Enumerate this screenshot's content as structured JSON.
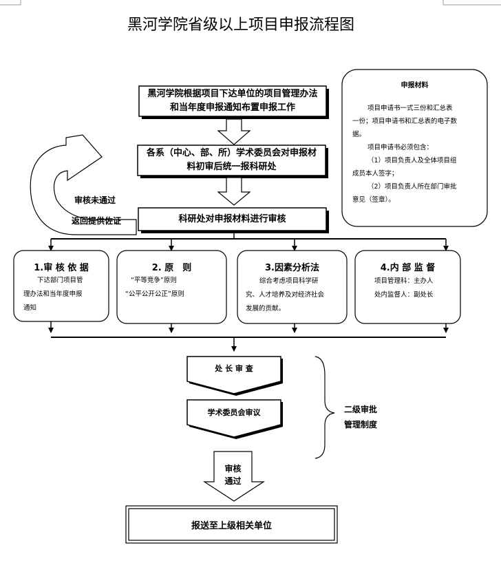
{
  "title": "黑河学院省级以上项目申报流程图",
  "step1": [
    "黑河学院根据项目下达单位的项目管理办法",
    "和当年度申报通知布置申报工作"
  ],
  "step2": [
    "各系（中心、部、所）学术委员会对申报材",
    "料初审后统一报科研处"
  ],
  "step3": "科研处对申报材料进行审核",
  "loop_labels": [
    "审核未通过",
    "返回提供佐证"
  ],
  "materials": {
    "title": "申报材料",
    "lines": [
      "项目申请书一式三份和汇总表",
      "一份；项目申请书和汇总表的电子数",
      "据。",
      "项目申请书必须包含：",
      "（1）项目负责人及全体项目组",
      "成员本人签字；",
      "（2）项目负责人所在部门审批",
      "意见（签章）。"
    ]
  },
  "criteria": [
    {
      "title": "1.审 核 依 据",
      "lines": [
        "下达部门项目管",
        "理办法和当年度申报",
        "通知"
      ]
    },
    {
      "title": "2. 原　则",
      "lines": [
        "“平等竞争”原则",
        "“公平公开公正”原则"
      ]
    },
    {
      "title": "3.因素分析法",
      "lines": [
        "综合考虑项目科学研",
        "究、人才培养及对经济社会",
        "发展的贡献。"
      ]
    },
    {
      "title": "4.内 部 监 督",
      "lines": [
        "项目管理科：主办人",
        "处内监督人：副处长"
      ]
    }
  ],
  "approval": [
    "处 长 审 查",
    "学术委员会审议"
  ],
  "approval_system": [
    "二级审批",
    "管理制度"
  ],
  "pass_label": [
    "审核",
    "通过"
  ],
  "final": "报送至上级相关单位"
}
